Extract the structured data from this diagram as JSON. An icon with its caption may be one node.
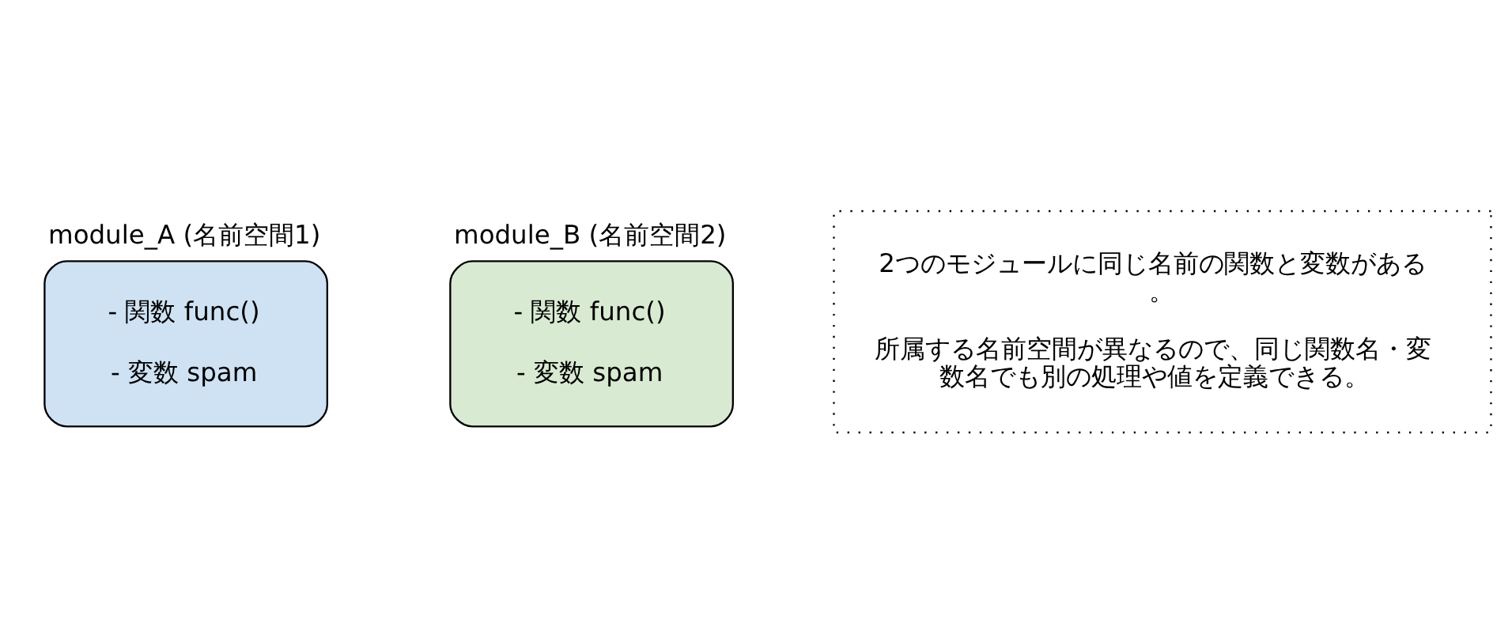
{
  "diagram": {
    "nodes": [
      {
        "text": [
          "module_A (名前空間1)",
          "- 関数 func()",
          "- 変数 spam"
        ]
      },
      {
        "text": [
          "module_B (名前空間2)",
          "- 関数 func()",
          "- 変数 spam"
        ]
      },
      {
        "text": [
          "2つのモジュールに同じ名前の関数と変数がある。",
          "所属する名前空間が異なるので、同じ関数名・変数名でも別の処理や値を定義できる。"
        ]
      }
    ],
    "edges": []
  }
}
